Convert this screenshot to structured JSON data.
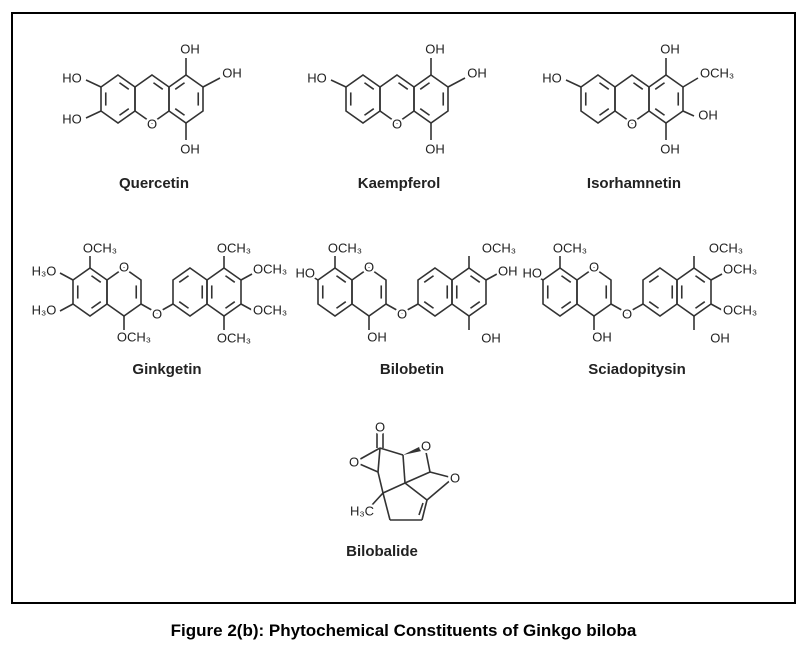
{
  "caption": "Figure 2(b): Phytochemical Constituents of Ginkgo biloba",
  "molecules": [
    {
      "name": "Quercetin",
      "labels": [
        "HO",
        "HO",
        "OH",
        "OH",
        "OH",
        "O"
      ]
    },
    {
      "name": "Kaempferol",
      "labels": [
        "HO",
        "OH",
        "OH",
        "OH",
        "O"
      ]
    },
    {
      "name": "Isorhamnetin",
      "labels": [
        "HO",
        "OH",
        "OCH₃",
        "OH",
        "OH",
        "O"
      ]
    },
    {
      "name": "Ginkgetin",
      "labels": [
        "OCH₃",
        "H₃O",
        "H₃O",
        "OCH₃",
        "O",
        "O",
        "OCH₃",
        "OCH₃",
        "OCH₃",
        "OCH₃"
      ]
    },
    {
      "name": "Bilobetin",
      "labels": [
        "OCH₃",
        "HO",
        "OH",
        "O",
        "O",
        "OCH₃",
        "OH",
        "OH"
      ]
    },
    {
      "name": "Sciadopitysin",
      "labels": [
        "OCH₃",
        "HO",
        "OH",
        "O",
        "O",
        "OCH₃",
        "OCH₃",
        "OCH₃",
        "OH"
      ]
    },
    {
      "name": "Bilobalide",
      "labels": [
        "O",
        "O",
        "O",
        "O",
        "H₃C"
      ]
    }
  ]
}
